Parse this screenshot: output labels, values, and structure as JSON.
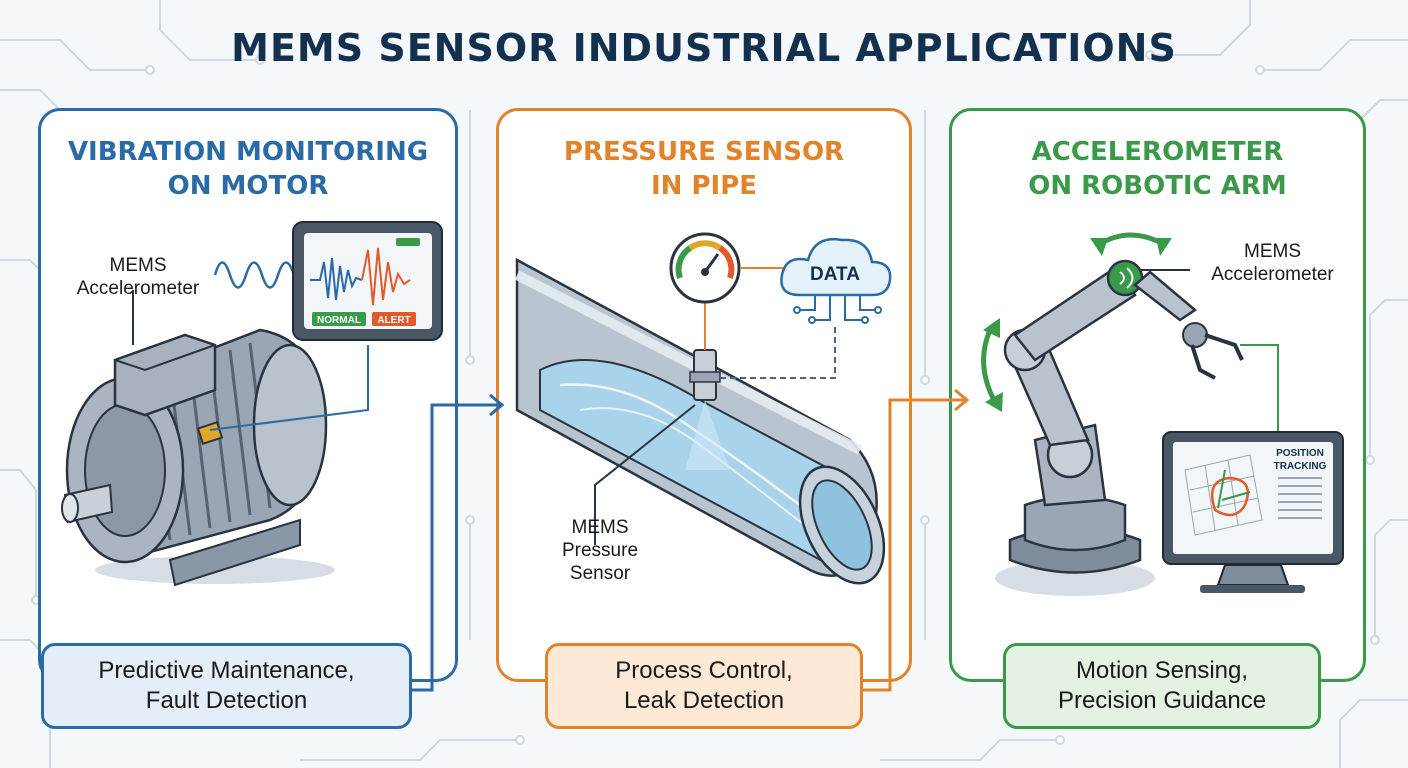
{
  "title": "MEMS SENSOR INDUSTRIAL APPLICATIONS",
  "panels": [
    {
      "title_line1": "VIBRATION MONITORING",
      "title_line2": "ON MOTOR",
      "sensor_label_line1": "MEMS",
      "sensor_label_line2": "Accelerometer",
      "monitor_normal": "NORMAL",
      "monitor_alert": "ALERT",
      "result_line1": "Predictive Maintenance,",
      "result_line2": "Fault Detection",
      "color": "#2a6aa6"
    },
    {
      "title_line1": "PRESSURE SENSOR",
      "title_line2": "IN PIPE",
      "cloud_label": "DATA",
      "sensor_label_line1": "MEMS",
      "sensor_label_line2": "Pressure",
      "sensor_label_line3": "Sensor",
      "result_line1": "Process Control,",
      "result_line2": "Leak Detection",
      "color": "#e2832a"
    },
    {
      "title_line1": "ACCELEROMETER",
      "title_line2": "ON ROBOTIC ARM",
      "sensor_label_line1": "MEMS",
      "sensor_label_line2": "Accelerometer",
      "screen_line1": "POSITION",
      "screen_line2": "TRACKING",
      "result_line1": "Motion Sensing,",
      "result_line2": "Precision Guidance",
      "color": "#3a9a4a"
    }
  ]
}
